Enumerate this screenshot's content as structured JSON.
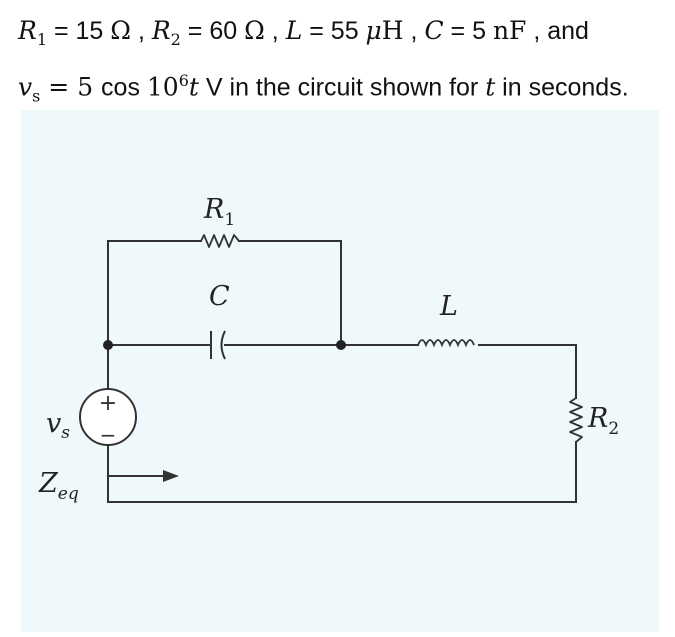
{
  "problem": {
    "line1": {
      "r1_sym": "R",
      "r1_sub": "1",
      "r1_val": " = 15 ",
      "omega1": "Ω",
      "sep1": " , ",
      "r2_sym": "R",
      "r2_sub": "2",
      "r2_val": " = 60 ",
      "omega2": "Ω",
      "sep2": " , ",
      "l_sym": "L",
      "l_val": " = 55 ",
      "mu": "μ",
      "henry": "H",
      "sep3": " , ",
      "c_sym": "C",
      "c_val": " = 5 ",
      "nf": "nF",
      "tail": " , and"
    },
    "line2": {
      "vs_sym": "v",
      "vs_sub": "s",
      "eq": " = ",
      "five": "5 ",
      "cos": "cos ",
      "ten": "10",
      "exp": "6",
      "t_sym": "t",
      "mid": " V in the circuit shown for ",
      "t_sym2": "t",
      "end": " in seconds."
    }
  },
  "circuit": {
    "r1": {
      "sym": "R",
      "sub": "1"
    },
    "c": {
      "sym": "C"
    },
    "l": {
      "sym": "L"
    },
    "r2": {
      "sym": "R",
      "sub": "2"
    },
    "vs": {
      "sym": "v",
      "sub": "s"
    },
    "zeq": {
      "sym": "Z",
      "sub": "eq"
    },
    "plus": "+",
    "minus": "−",
    "wire_color": "#333333",
    "figure_bg": "#eff8fb"
  }
}
